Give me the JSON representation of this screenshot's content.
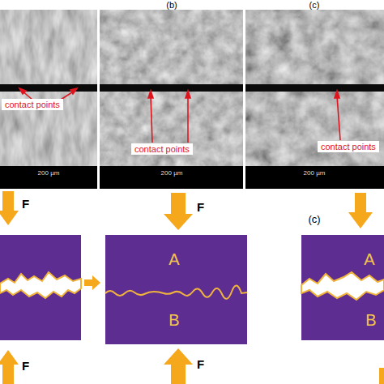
{
  "diagram": {
    "nodes": [
      {
        "text": [
          "A",
          "B"
        ]
      },
      {
        "text": [
          "A",
          "B"
        ]
      }
    ],
    "labels": [
      "(b)",
      "(c)",
      "contact points",
      "contact points",
      "contact points",
      "200 µm",
      "200 µm",
      "200 µm",
      "F",
      "F",
      "F",
      "F",
      "(c)"
    ]
  }
}
